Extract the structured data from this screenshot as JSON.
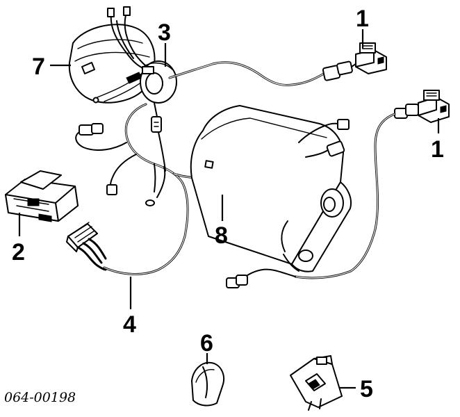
{
  "callouts": [
    {
      "id": "1a",
      "label": "1"
    },
    {
      "id": "1b",
      "label": "1"
    },
    {
      "id": "2",
      "label": "2"
    },
    {
      "id": "3",
      "label": "3"
    },
    {
      "id": "4",
      "label": "4"
    },
    {
      "id": "5",
      "label": "5"
    },
    {
      "id": "6",
      "label": "6"
    },
    {
      "id": "7",
      "label": "7"
    },
    {
      "id": "8",
      "label": "8"
    }
  ],
  "catalog_number": "064-00198"
}
